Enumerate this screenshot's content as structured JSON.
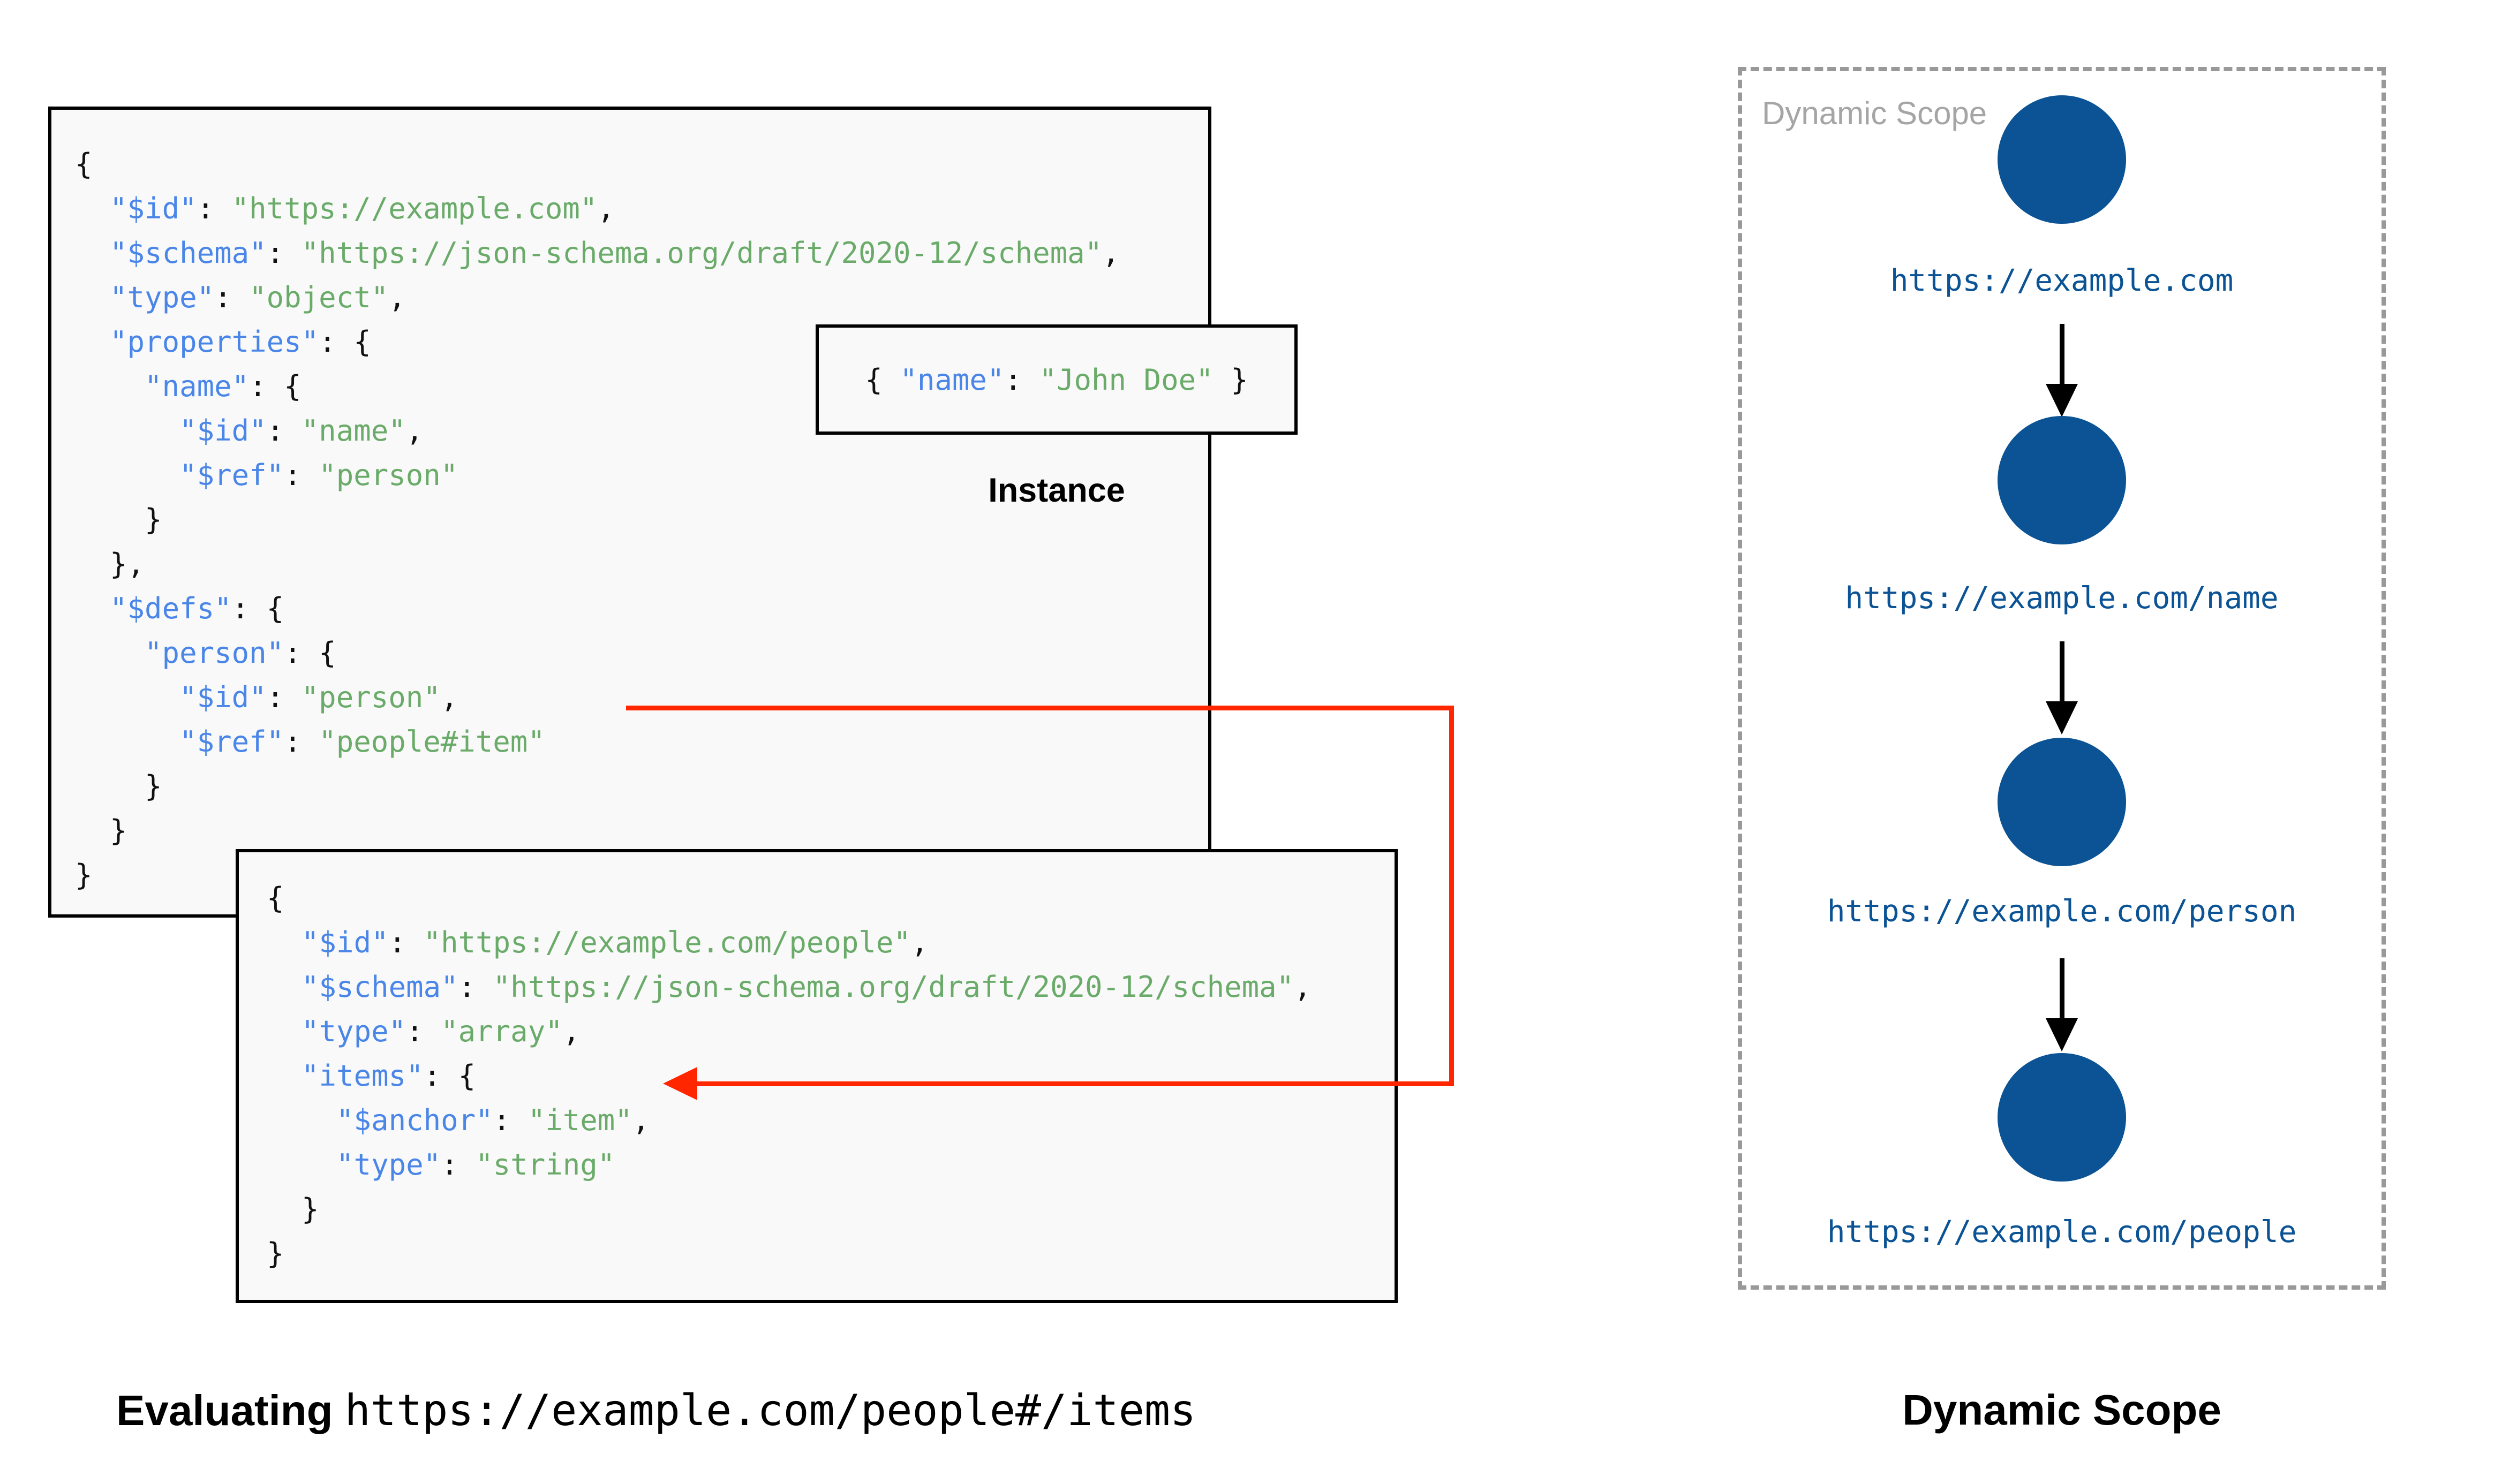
{
  "captions": {
    "evaluating_bold": "Evaluating ",
    "evaluating_uri": "https://example.com/people#/items",
    "dynamic_scope": "Dynamic Scope"
  },
  "instance": {
    "label": "Instance",
    "lines": [
      [
        [
          "p",
          "{ "
        ],
        [
          "k",
          "\"name\""
        ],
        [
          "p",
          ": "
        ],
        [
          "s",
          "\"John Doe\""
        ],
        [
          "p",
          " }"
        ]
      ]
    ]
  },
  "schema_outer": {
    "lines": [
      [
        [
          "p",
          "{"
        ]
      ],
      [
        [
          "p",
          "  "
        ],
        [
          "k",
          "\"$id\""
        ],
        [
          "p",
          ": "
        ],
        [
          "s",
          "\"https://example.com\""
        ],
        [
          "p",
          ","
        ]
      ],
      [
        [
          "p",
          "  "
        ],
        [
          "k",
          "\"$schema\""
        ],
        [
          "p",
          ": "
        ],
        [
          "s",
          "\"https://json-schema.org/draft/2020-12/schema\""
        ],
        [
          "p",
          ","
        ]
      ],
      [
        [
          "p",
          "  "
        ],
        [
          "k",
          "\"type\""
        ],
        [
          "p",
          ": "
        ],
        [
          "s",
          "\"object\""
        ],
        [
          "p",
          ","
        ]
      ],
      [
        [
          "p",
          "  "
        ],
        [
          "k",
          "\"properties\""
        ],
        [
          "p",
          ": {"
        ]
      ],
      [
        [
          "p",
          "    "
        ],
        [
          "k",
          "\"name\""
        ],
        [
          "p",
          ": {"
        ]
      ],
      [
        [
          "p",
          "      "
        ],
        [
          "k",
          "\"$id\""
        ],
        [
          "p",
          ": "
        ],
        [
          "s",
          "\"name\""
        ],
        [
          "p",
          ","
        ]
      ],
      [
        [
          "p",
          "      "
        ],
        [
          "k",
          "\"$ref\""
        ],
        [
          "p",
          ": "
        ],
        [
          "s",
          "\"person\""
        ]
      ],
      [
        [
          "p",
          "    }"
        ]
      ],
      [
        [
          "p",
          "  },"
        ]
      ],
      [
        [
          "p",
          "  "
        ],
        [
          "k",
          "\"$defs\""
        ],
        [
          "p",
          ": {"
        ]
      ],
      [
        [
          "p",
          "    "
        ],
        [
          "k",
          "\"person\""
        ],
        [
          "p",
          ": {"
        ]
      ],
      [
        [
          "p",
          "      "
        ],
        [
          "k",
          "\"$id\""
        ],
        [
          "p",
          ": "
        ],
        [
          "s",
          "\"person\""
        ],
        [
          "p",
          ","
        ]
      ],
      [
        [
          "p",
          "      "
        ],
        [
          "k",
          "\"$ref\""
        ],
        [
          "p",
          ": "
        ],
        [
          "s",
          "\"people#item\""
        ]
      ],
      [
        [
          "p",
          "    }"
        ]
      ],
      [
        [
          "p",
          "  }"
        ]
      ],
      [
        [
          "p",
          "}"
        ]
      ]
    ]
  },
  "schema_people": {
    "lines": [
      [
        [
          "p",
          "{"
        ]
      ],
      [
        [
          "p",
          "  "
        ],
        [
          "k",
          "\"$id\""
        ],
        [
          "p",
          ": "
        ],
        [
          "s",
          "\"https://example.com/people\""
        ],
        [
          "p",
          ","
        ]
      ],
      [
        [
          "p",
          "  "
        ],
        [
          "k",
          "\"$schema\""
        ],
        [
          "p",
          ": "
        ],
        [
          "s",
          "\"https://json-schema.org/draft/2020-12/schema\""
        ],
        [
          "p",
          ","
        ]
      ],
      [
        [
          "p",
          "  "
        ],
        [
          "k",
          "\"type\""
        ],
        [
          "p",
          ": "
        ],
        [
          "s",
          "\"array\""
        ],
        [
          "p",
          ","
        ]
      ],
      [
        [
          "p",
          "  "
        ],
        [
          "k",
          "\"items\""
        ],
        [
          "p",
          ": {"
        ]
      ],
      [
        [
          "p",
          "    "
        ],
        [
          "k",
          "\"$anchor\""
        ],
        [
          "p",
          ": "
        ],
        [
          "s",
          "\"item\""
        ],
        [
          "p",
          ","
        ]
      ],
      [
        [
          "p",
          "    "
        ],
        [
          "k",
          "\"type\""
        ],
        [
          "p",
          ": "
        ],
        [
          "s",
          "\"string\""
        ]
      ],
      [
        [
          "p",
          "  }"
        ]
      ],
      [
        [
          "p",
          "}"
        ]
      ]
    ]
  },
  "scope": {
    "title": "Dynamic Scope",
    "nodes": [
      {
        "label": "https://example.com"
      },
      {
        "label": "https://example.com/name"
      },
      {
        "label": "https://example.com/person"
      },
      {
        "label": "https://example.com/people"
      }
    ]
  },
  "colors": {
    "node_blue": "#0b5394",
    "key_blue": "#4a86e8",
    "string_green": "#6aab6a",
    "ref_red": "#ff2600",
    "scope_gray": "#a5a5a5"
  }
}
